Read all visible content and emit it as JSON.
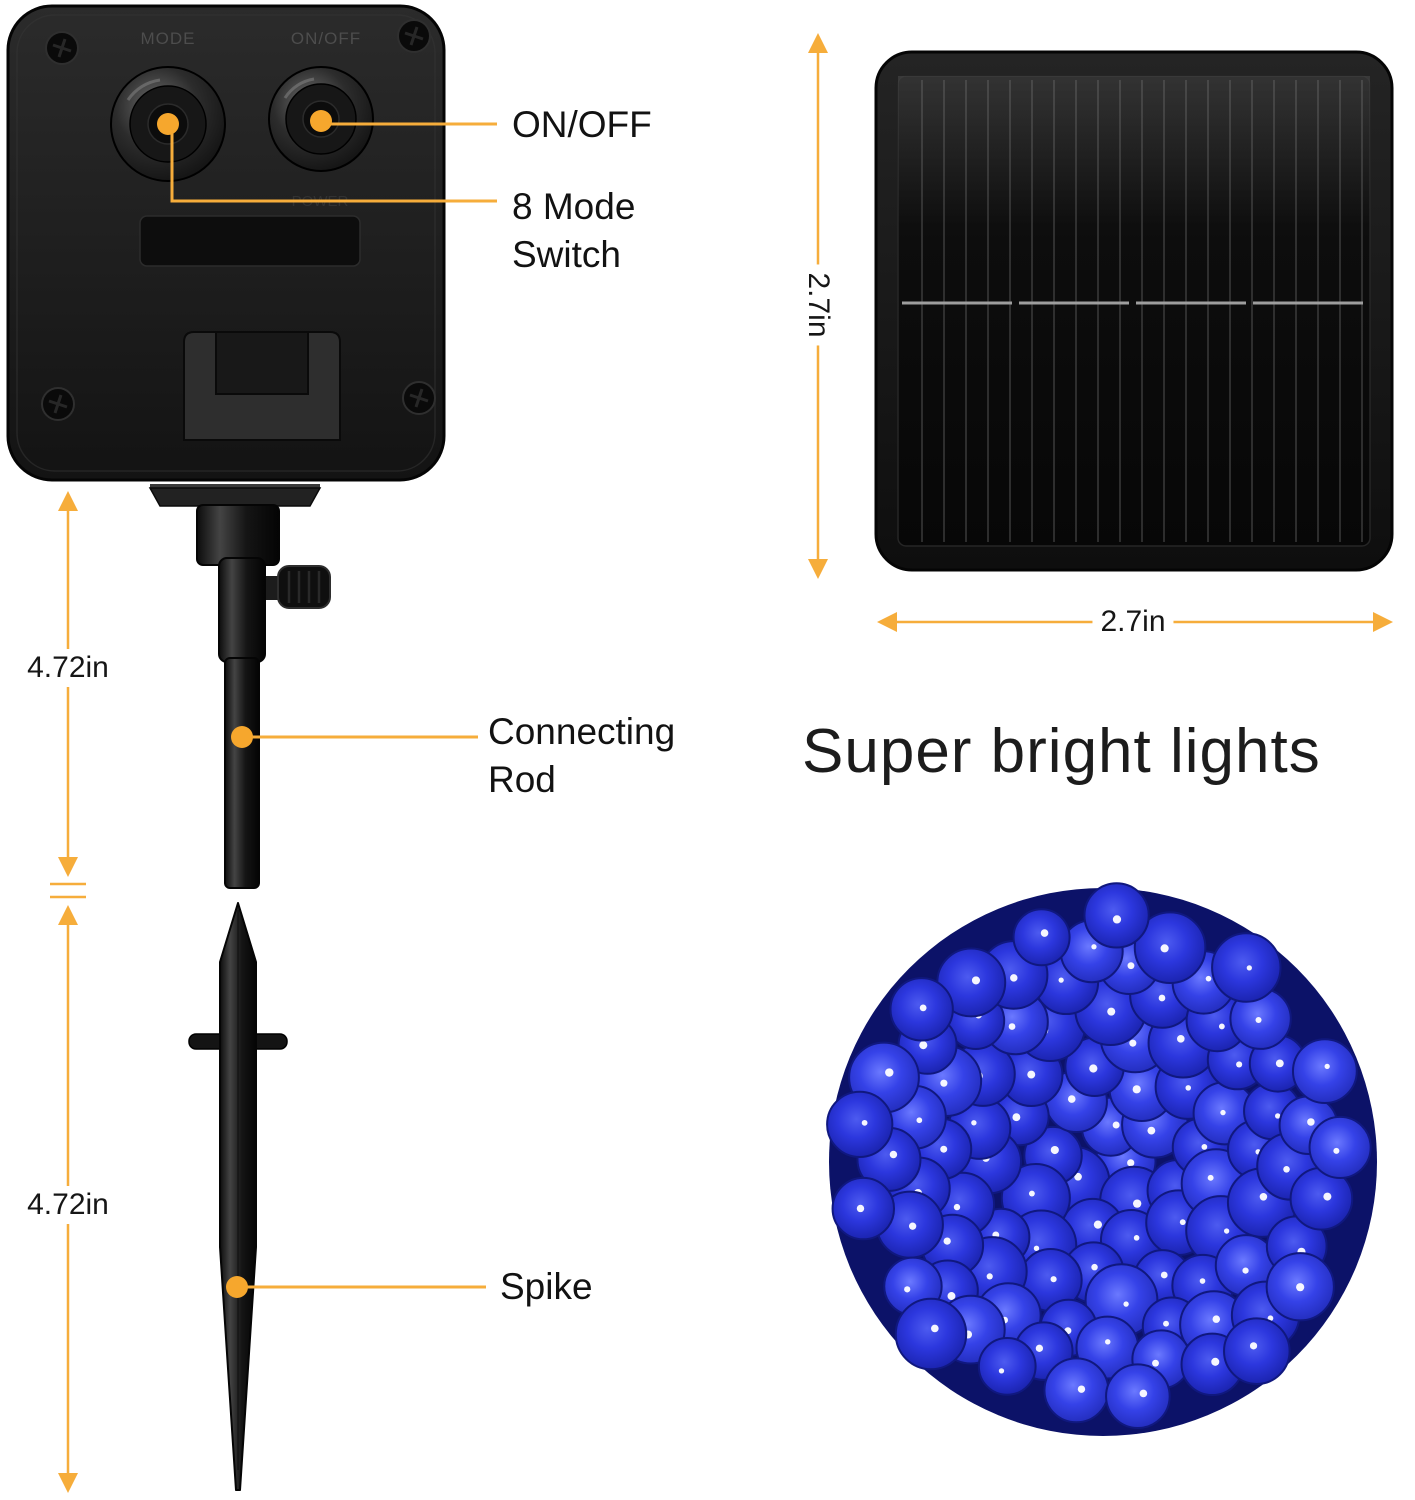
{
  "device": {
    "mode": "MODE",
    "onoff": "ON/OFF",
    "power": "POWER"
  },
  "callouts": {
    "onoff": "ON/OFF",
    "mode_switch": [
      "8 Mode",
      "Switch"
    ],
    "connecting_rod": [
      "Connecting",
      "Rod"
    ],
    "spike": "Spike"
  },
  "dimensions": {
    "rod_length": "4.72in",
    "spike_length": "4.72in",
    "panel_height": "2.7in",
    "panel_width": "2.7in"
  },
  "headline": "Super bright lights",
  "colors": {
    "accent": "#F6AD3B",
    "callout_dot": "#F6A72D",
    "led_blue": "#2733d6",
    "led_blue_dark": "#0c1268"
  }
}
